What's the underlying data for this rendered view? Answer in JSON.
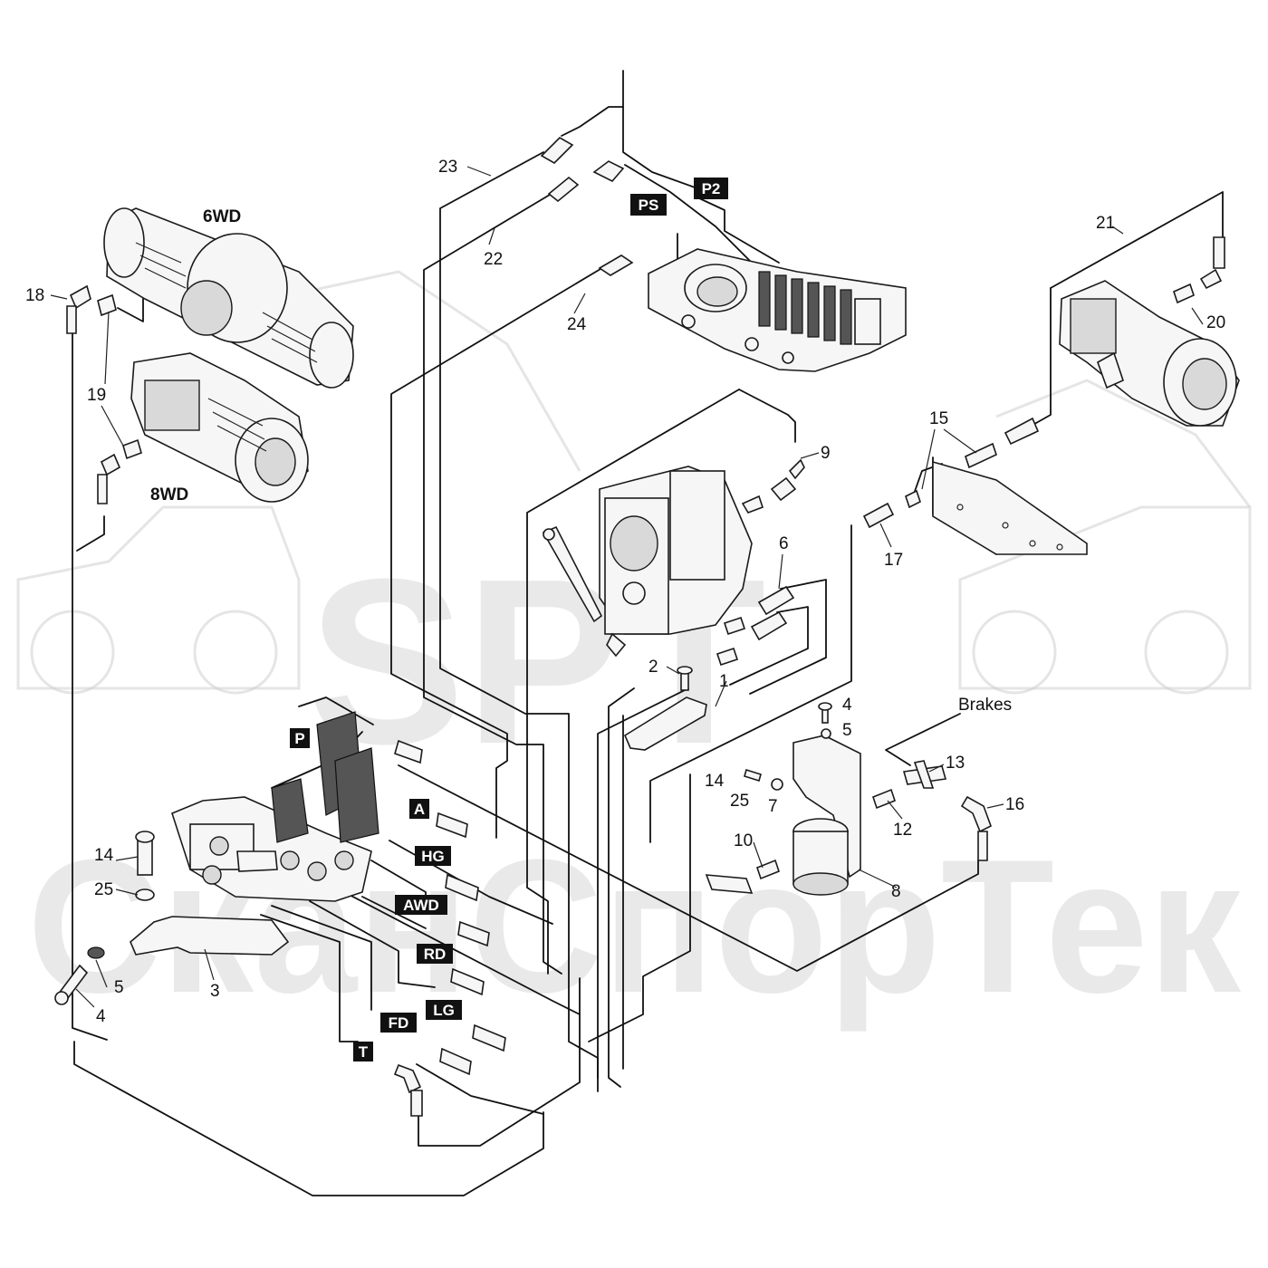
{
  "watermark": {
    "line1": "SPT",
    "line2": "СканСпорТек"
  },
  "titles": {
    "six_wd": "6WD",
    "eight_wd": "8WD",
    "brakes": "Brakes"
  },
  "tags": {
    "p2": "P2",
    "ps": "PS",
    "p": "P",
    "a": "A",
    "hg": "HG",
    "awd": "AWD",
    "rd": "RD",
    "lg": "LG",
    "fd": "FD",
    "t": "T"
  },
  "callouts": {
    "c1": "1",
    "c2": "2",
    "c3": "3",
    "c4a": "4",
    "c4b": "4",
    "c5a": "5",
    "c5b": "5",
    "c6": "6",
    "c7": "7",
    "c8": "8",
    "c9": "9",
    "c10": "10",
    "c12": "12",
    "c13": "13",
    "c14a": "14",
    "c14b": "14",
    "c15": "15",
    "c16": "16",
    "c17": "17",
    "c18": "18",
    "c19": "19",
    "c20": "20",
    "c21": "21",
    "c22": "22",
    "c23": "23",
    "c24": "24",
    "c25a": "25",
    "c25b": "25"
  },
  "colors": {
    "line": "#111111",
    "tag_background": "#111111",
    "tag_text": "#ffffff",
    "watermark": "#cccccc"
  }
}
